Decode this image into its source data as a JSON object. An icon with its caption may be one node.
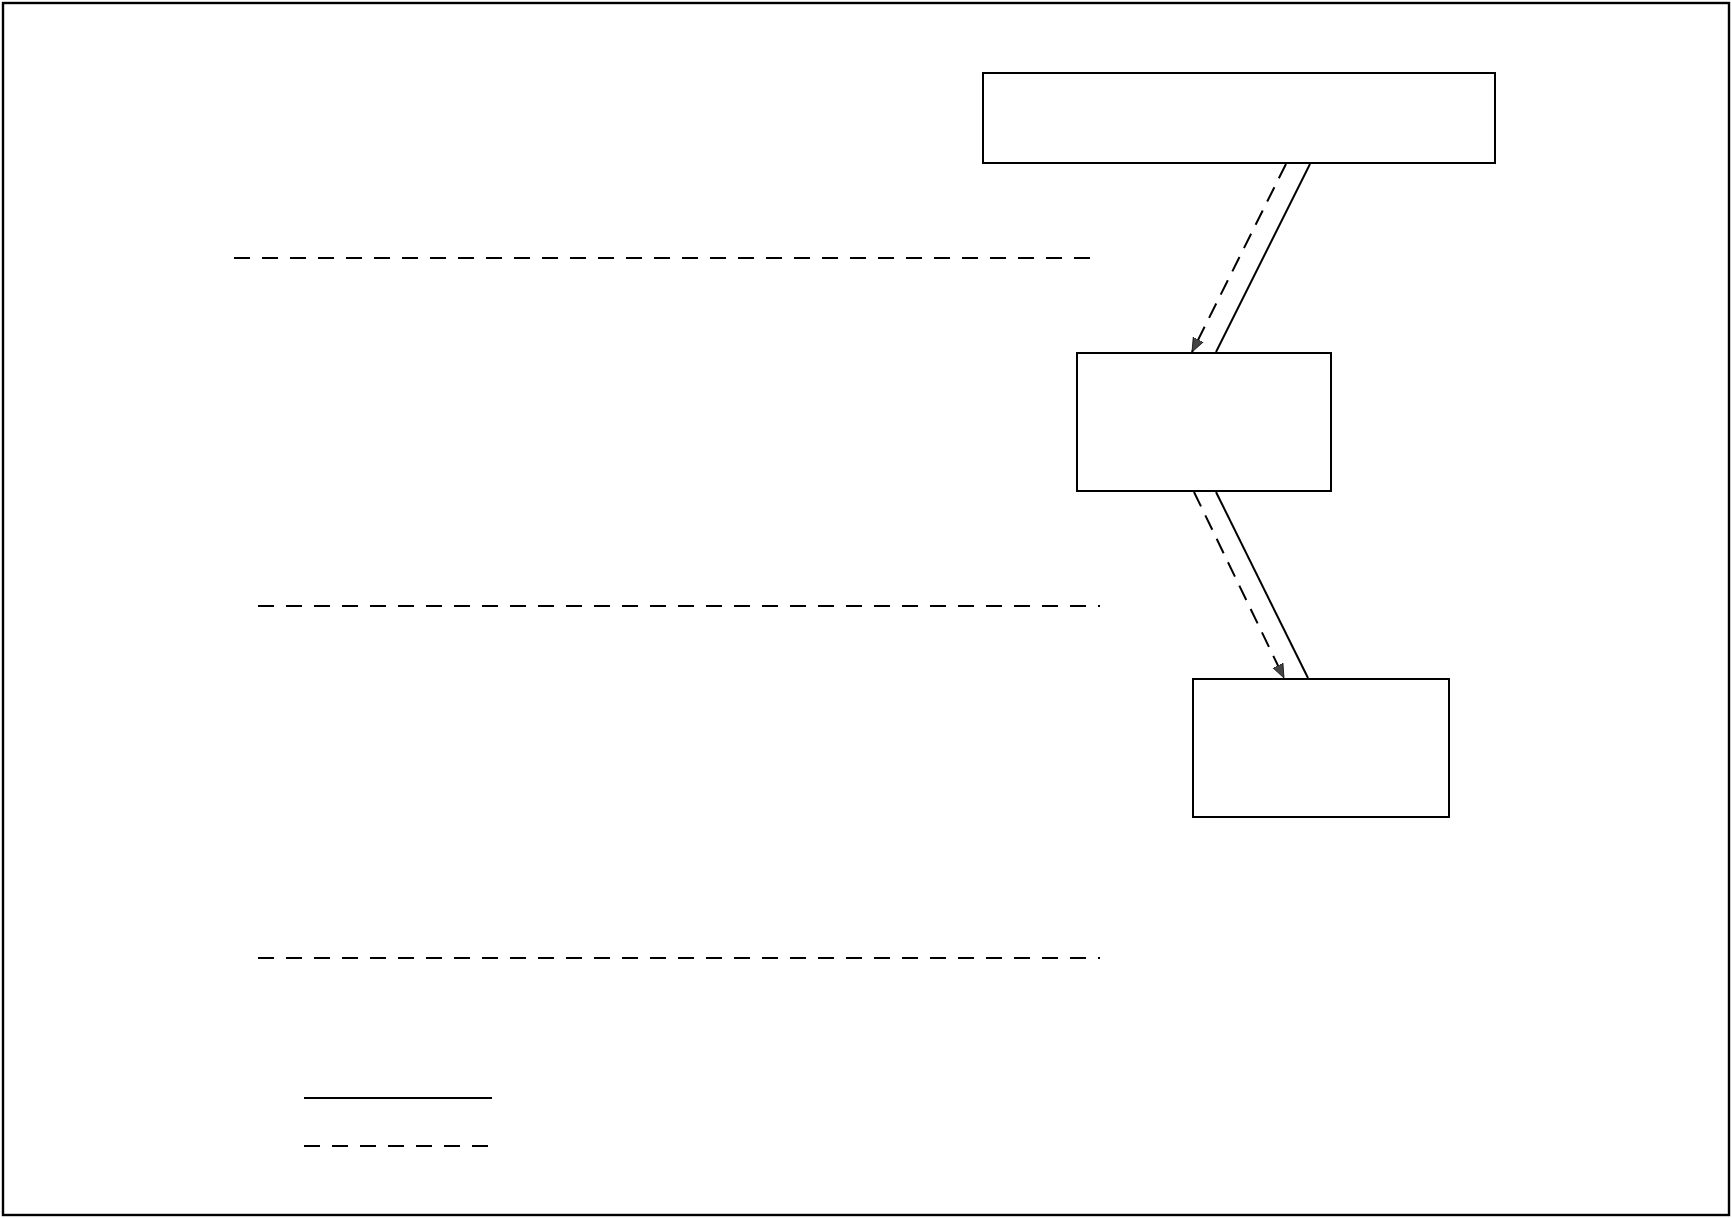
{
  "diagram": {
    "nodes": [
      {
        "text": [],
        "shape": "box"
      },
      {
        "text": [],
        "shape": "box"
      },
      {
        "text": [],
        "shape": "box"
      }
    ],
    "edges": [
      {
        "from": 0,
        "to": 1,
        "arrow": "none"
      },
      {
        "from": 0,
        "to": 1,
        "arrow": "to",
        "style": "dashed"
      },
      {
        "from": 1,
        "to": 2,
        "arrow": "none"
      },
      {
        "from": 1,
        "to": 2,
        "arrow": "to",
        "style": "dashed"
      }
    ]
  }
}
